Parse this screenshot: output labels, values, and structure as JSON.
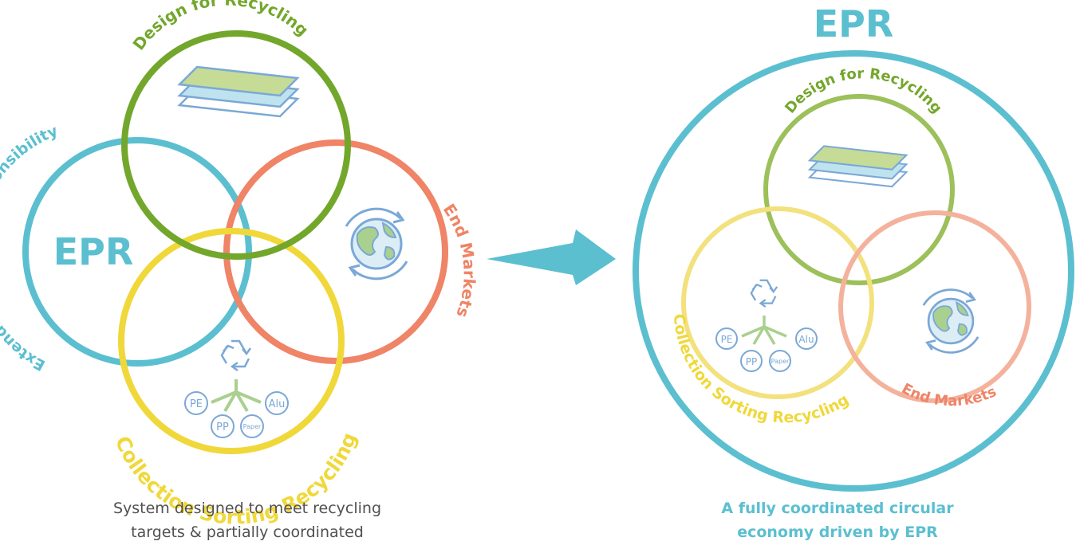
{
  "colors": {
    "epr": "#5bbfd0",
    "design": "#73a72c",
    "design_light": "#9cc05a",
    "end_markets": "#ef8466",
    "end_markets_light": "#f4b29d",
    "collection": "#f0d83a",
    "collection_light": "#f3e17e",
    "icon_blue": "#7aa8d6",
    "icon_green": "#a9d08e",
    "caption_grey": "#505050"
  },
  "left_diagram": {
    "labels": {
      "design": "Design for Recycling",
      "end_markets": "End Markets",
      "collection": "Collection Sorting Recycling",
      "epr_full": "Extended Producer Responsibility",
      "epr_short": "EPR"
    },
    "materials": [
      "PE",
      "Alu",
      "PP",
      "Paper"
    ],
    "caption_line1": "System designed to meet recycling",
    "caption_line2": "targets & partially coordinated"
  },
  "arrow": {
    "icon": "arrow-right-icon"
  },
  "right_diagram": {
    "title": "EPR",
    "labels": {
      "design": "Design for Recycling",
      "collection": "Collection Sorting Recycling",
      "end_markets": "End Markets"
    },
    "materials": [
      "PE",
      "Alu",
      "PP",
      "Paper"
    ],
    "caption_line1": "A fully coordinated circular",
    "caption_line2": "economy driven by EPR"
  },
  "icons": {
    "layers": "stacked-layers-icon",
    "recycle": "recycle-icon",
    "globe": "globe-cycle-icon"
  }
}
